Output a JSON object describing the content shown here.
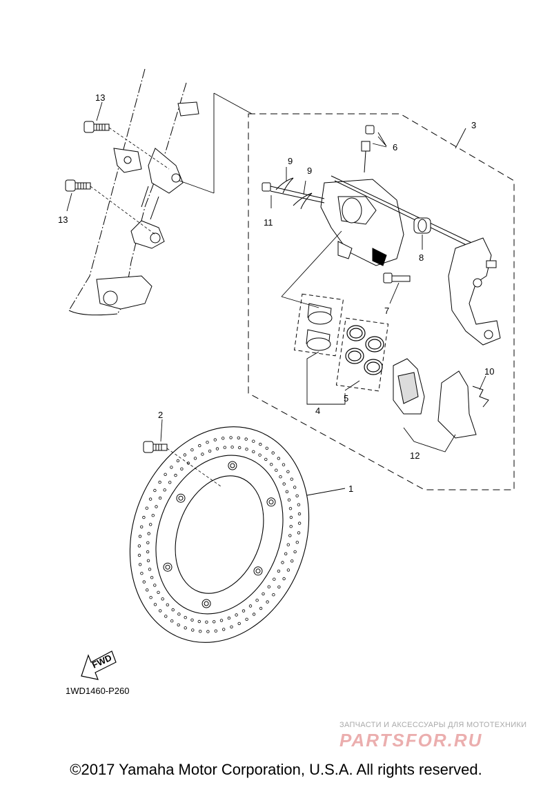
{
  "callouts": [
    {
      "id": "rotor",
      "label": "1"
    },
    {
      "id": "rotor-bolt",
      "label": "2"
    },
    {
      "id": "caliper-assembly",
      "label": "3"
    },
    {
      "id": "piston-kit",
      "label": "4"
    },
    {
      "id": "seal-kit",
      "label": "5"
    },
    {
      "id": "bleed-screw",
      "label": "6"
    },
    {
      "id": "pin",
      "label": "7"
    },
    {
      "id": "boot",
      "label": "8"
    },
    {
      "id": "clip-upper",
      "label": "9"
    },
    {
      "id": "clip-lower",
      "label": "9"
    },
    {
      "id": "pad-spring",
      "label": "10"
    },
    {
      "id": "pad-pin",
      "label": "11"
    },
    {
      "id": "pad-kit",
      "label": "12"
    },
    {
      "id": "caliper-bolt-upper",
      "label": "13"
    },
    {
      "id": "caliper-bolt-lower",
      "label": "13"
    }
  ],
  "arrow_label": "FWD",
  "diagram_code": "1WD1460-P260",
  "watermark": {
    "line1": "ЗАПЧАСТИ И АКСЕССУАРЫ ДЛЯ МОТОТЕХНИКИ",
    "logo": "PARTSFOR.RU"
  },
  "copyright": "©2017 Yamaha Motor Corporation, U.S.A. All rights reserved."
}
